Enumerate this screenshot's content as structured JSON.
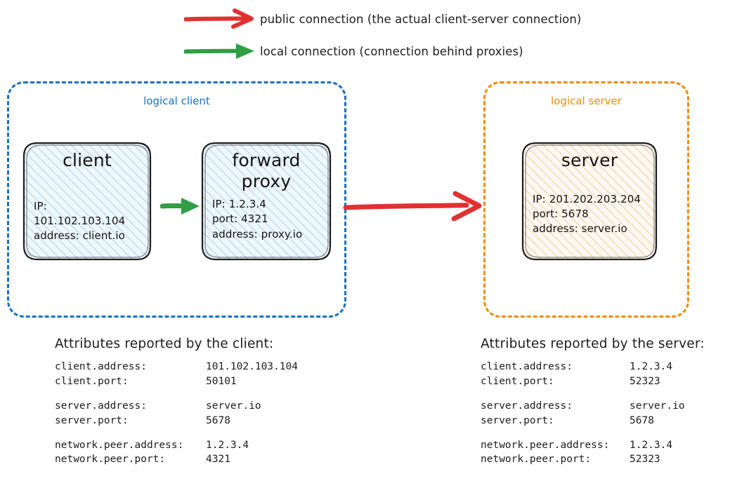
{
  "legend": {
    "items": [
      {
        "icon": "red-arrow-icon",
        "color": "#e03131",
        "head": "open-v",
        "label": "public connection (the actual client-server connection)"
      },
      {
        "icon": "green-arrow-icon",
        "color": "#2f9e44",
        "head": "filled-triangle",
        "label": "local connection (connection behind proxies)"
      }
    ]
  },
  "zones": {
    "client": {
      "title": "logical client",
      "color": "#1971c2"
    },
    "server": {
      "title": "logical server",
      "color": "#f08c00"
    }
  },
  "nodes": {
    "client": {
      "title": "client",
      "fill": "#e7f3fb",
      "hatch": "#bcd9ee",
      "attrs": [
        "IP: 101.102.103.104",
        "address: client.io"
      ]
    },
    "proxy": {
      "title": "forward\nproxy",
      "title_line1": "forward",
      "title_line2": "proxy",
      "fill": "#e7f3fb",
      "hatch": "#bcd9ee",
      "attrs": [
        "IP: 1.2.3.4",
        "port: 4321",
        "address: proxy.io"
      ]
    },
    "server": {
      "title": "server",
      "fill": "#fdf5e9",
      "hatch": "#f2d6ae",
      "attrs": [
        "IP: 201.202.203.204",
        "port: 5678",
        "address: server.io"
      ]
    }
  },
  "arrows": {
    "local": {
      "name": "local-connection-arrow",
      "color": "#2f9e44"
    },
    "public": {
      "name": "public-connection-arrow",
      "color": "#e03131"
    }
  },
  "attributes": {
    "client": {
      "heading": "Attributes reported by the client:",
      "groups": [
        [
          {
            "key": "client.address:",
            "value": "101.102.103.104"
          },
          {
            "key": "client.port:",
            "value": "50101"
          }
        ],
        [
          {
            "key": "server.address:",
            "value": "server.io"
          },
          {
            "key": "server.port:",
            "value": "5678"
          }
        ],
        [
          {
            "key": "network.peer.address:",
            "value": "1.2.3.4"
          },
          {
            "key": "network.peer.port:",
            "value": "4321"
          }
        ]
      ]
    },
    "server": {
      "heading": "Attributes reported by the server:",
      "groups": [
        [
          {
            "key": "client.address:",
            "value": "1.2.3.4"
          },
          {
            "key": "client.port:",
            "value": "52323"
          }
        ],
        [
          {
            "key": "server.address:",
            "value": "server.io"
          },
          {
            "key": "server.port:",
            "value": "5678"
          }
        ],
        [
          {
            "key": "network.peer.address:",
            "value": "1.2.3.4"
          },
          {
            "key": "network.peer.port:",
            "value": "52323"
          }
        ]
      ]
    }
  }
}
